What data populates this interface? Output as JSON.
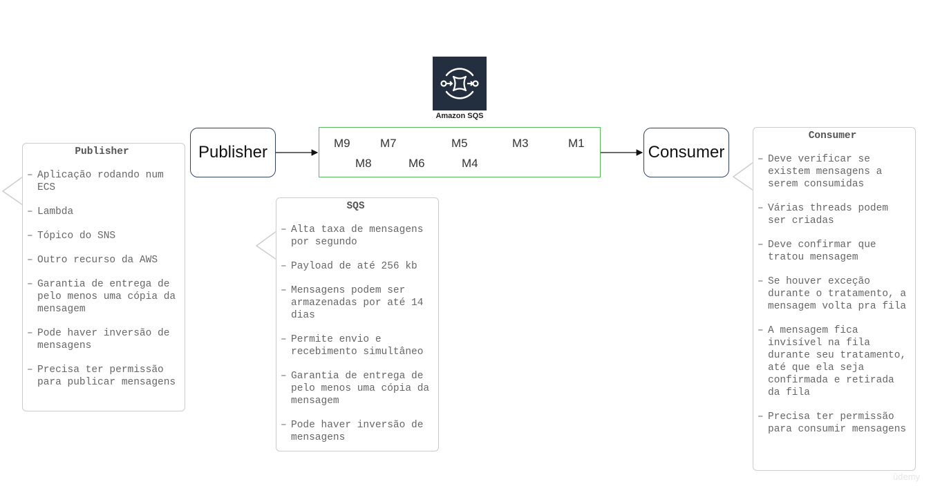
{
  "sqs_service": {
    "label": "Amazon SQS",
    "icon": "amazon-sqs-icon"
  },
  "publisher_node": {
    "label": "Publisher"
  },
  "consumer_node": {
    "label": "Consumer"
  },
  "queue_messages": [
    "M9",
    "M7",
    "M5",
    "M3",
    "M1",
    "M8",
    "M6",
    "M4"
  ],
  "publisher_callout": {
    "title": "Publisher",
    "items": [
      "Aplicação rodando num ECS",
      "Lambda",
      "Tópico do SNS",
      "Outro recurso da AWS",
      "Garantia de entrega de pelo menos uma cópia da mensagem",
      "Pode haver inversão de mensagens",
      "Precisa ter permissão para publicar mensagens"
    ]
  },
  "sqs_callout": {
    "title": "SQS",
    "items": [
      "Alta taxa de mensagens por segundo",
      "Payload de até 256 kb",
      "Mensagens podem ser armazenadas por até 14 dias",
      "Permite envio e recebimento simultâneo",
      "Garantia de entrega de pelo menos uma cópia da mensagem",
      "Pode haver inversão de mensagens"
    ]
  },
  "consumer_callout": {
    "title": "Consumer",
    "items": [
      "Deve verificar se existem mensagens a serem consumidas",
      "Várias threads podem ser criadas",
      "Deve confirmar que tratou mensagem",
      "Se houver exceção durante o tratamento, a mensagem volta pra fila",
      "A mensagem fica invisível na fila durante seu tratamento, até que ela seja confirmada e retirada da fila",
      "Precisa ter permissão para consumir mensagens"
    ]
  },
  "watermark": "ûdemy",
  "colors": {
    "node_border": "#2d4161",
    "queue_border": "#5cb85c",
    "callout_border": "#cccccc",
    "icon_bg": "#232f3e"
  }
}
